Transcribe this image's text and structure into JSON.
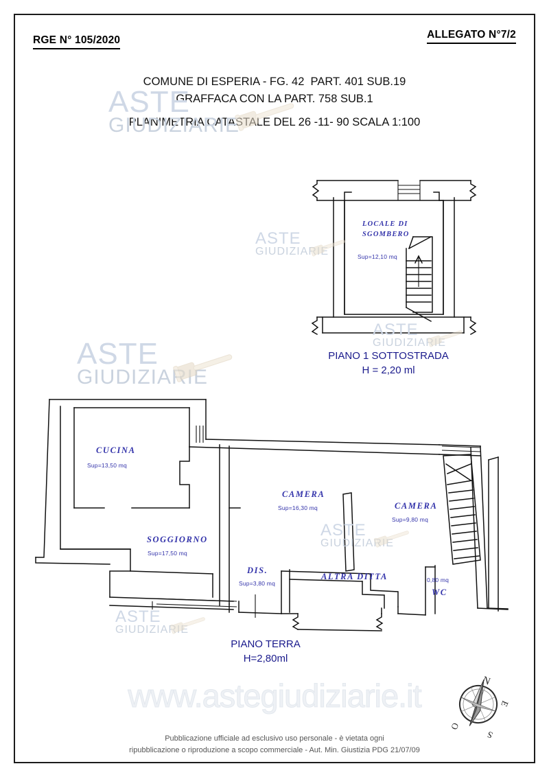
{
  "header": {
    "rge": "RGE N° 105/2020",
    "allegato": "ALLEGATO N°7/2"
  },
  "title": {
    "line1": "COMUNE DI ESPERIA - FG. 42  PART. 401 SUB.19",
    "line2": "GRAFFACA CON LA PART. 758 SUB.1",
    "line3": "PLANIMETRIA CATASTALE DEL 26 -11- 90 SCALA 1:100"
  },
  "upper_plan": {
    "room_name": "LOCALE DI",
    "room_name2": "SGOMBERO",
    "room_area": "Sup=12,10 mq",
    "caption_line1": "PIANO 1 SOTTOSTRADA",
    "caption_line2": "H = 2,20 ml"
  },
  "ground_plan": {
    "caption_line1": "PIANO TERRA",
    "caption_line2": "H=2,80ml",
    "rooms": [
      {
        "name": "CUCINA",
        "area": "Sup=13,50 mq"
      },
      {
        "name": "SOGGIORNO",
        "area": "Sup=17,50 mq"
      },
      {
        "name": "CAMERA",
        "area": "Sup=16,30 mq"
      },
      {
        "name": "CAMERA",
        "area": "Sup=9,80 mq"
      },
      {
        "name": "DIS.",
        "area": "Sup=3,80 mq"
      },
      {
        "name": "ALTRA DITTA",
        "area": ""
      },
      {
        "name": "WC",
        "area": "0,80 mq"
      }
    ]
  },
  "compass": {
    "north": "N",
    "east": "E",
    "south": "S",
    "west": "O"
  },
  "watermark": {
    "brand_top": "ASTE",
    "brand_bottom": "GIUDIZIARIE",
    "url": "www.astegiudiziarie.it"
  },
  "footer": {
    "line1": "Pubblicazione ufficiale ad esclusivo uso personale - è vietata ogni",
    "line2": "ripubblicazione o riproduzione a scopo commerciale - Aut. Min. Giustizia PDG 21/07/09"
  },
  "colors": {
    "ink": "#111111",
    "label_blue": "#3333aa",
    "caption_blue": "#1a1a8c",
    "watermark": "#cfd8e6"
  }
}
